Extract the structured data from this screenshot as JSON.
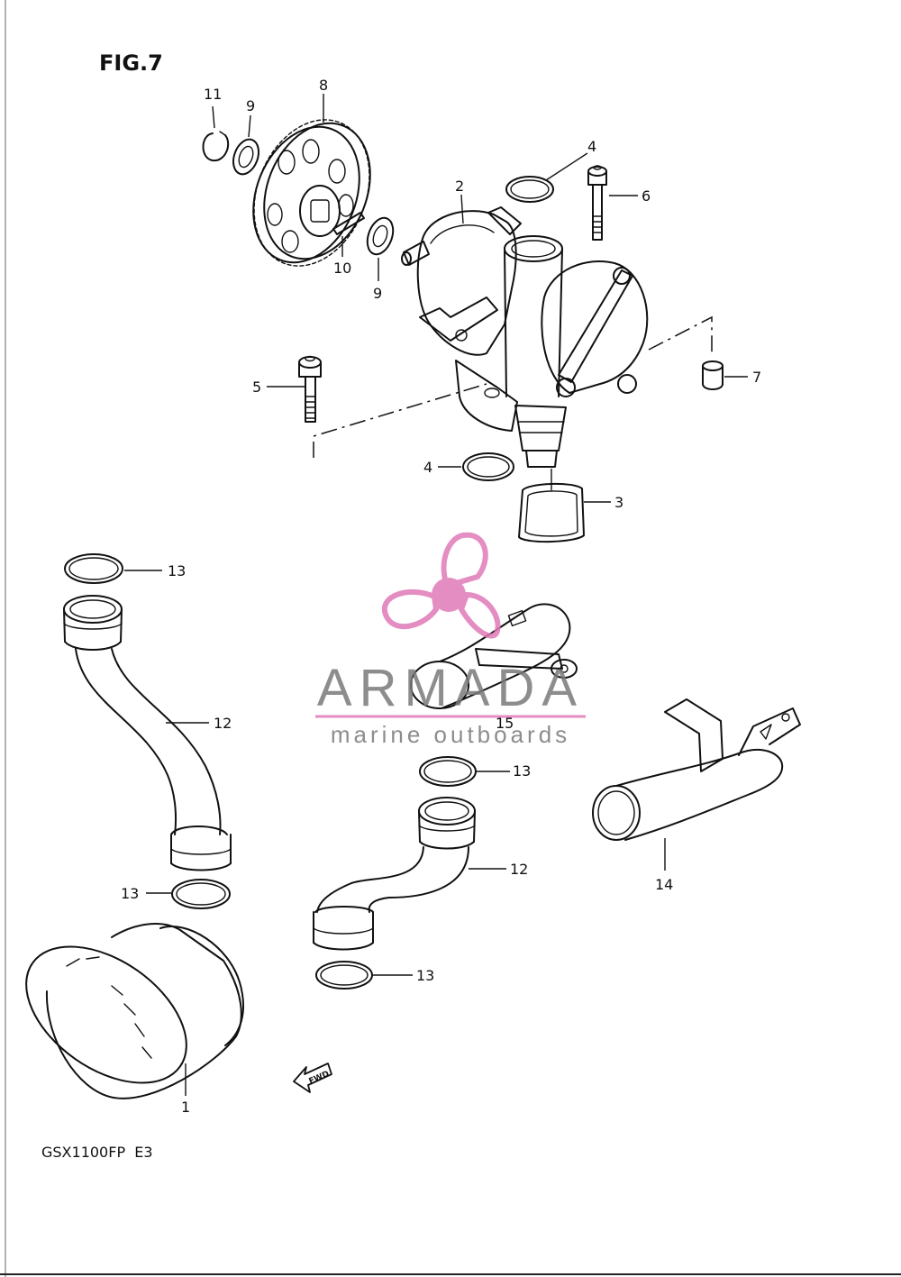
{
  "figure": {
    "title": "FIG.7",
    "model_code": "GSX1100FP  E3",
    "fwd_label": "FWD"
  },
  "callouts": [
    {
      "id": "c11a",
      "text": "11"
    },
    {
      "id": "c9a",
      "text": "9"
    },
    {
      "id": "c8",
      "text": "8"
    },
    {
      "id": "c4a",
      "text": "4"
    },
    {
      "id": "c6",
      "text": "6"
    },
    {
      "id": "c2",
      "text": "2"
    },
    {
      "id": "c10",
      "text": "10"
    },
    {
      "id": "c9b",
      "text": "9"
    },
    {
      "id": "c5",
      "text": "5"
    },
    {
      "id": "c7",
      "text": "7"
    },
    {
      "id": "c4b",
      "text": "4"
    },
    {
      "id": "c3",
      "text": "3"
    },
    {
      "id": "c13a",
      "text": "13"
    },
    {
      "id": "c12a",
      "text": "12"
    },
    {
      "id": "c15",
      "text": "15"
    },
    {
      "id": "c13b",
      "text": "13"
    },
    {
      "id": "c12b",
      "text": "12"
    },
    {
      "id": "c14",
      "text": "14"
    },
    {
      "id": "c13c",
      "text": "13"
    },
    {
      "id": "c13d",
      "text": "13"
    },
    {
      "id": "c1",
      "text": "1"
    }
  ],
  "watermark": {
    "brand": "ARMADA",
    "tagline": "marine outboards",
    "brand_color": "#7a7a7a",
    "logo_color": "#e07ab8"
  }
}
